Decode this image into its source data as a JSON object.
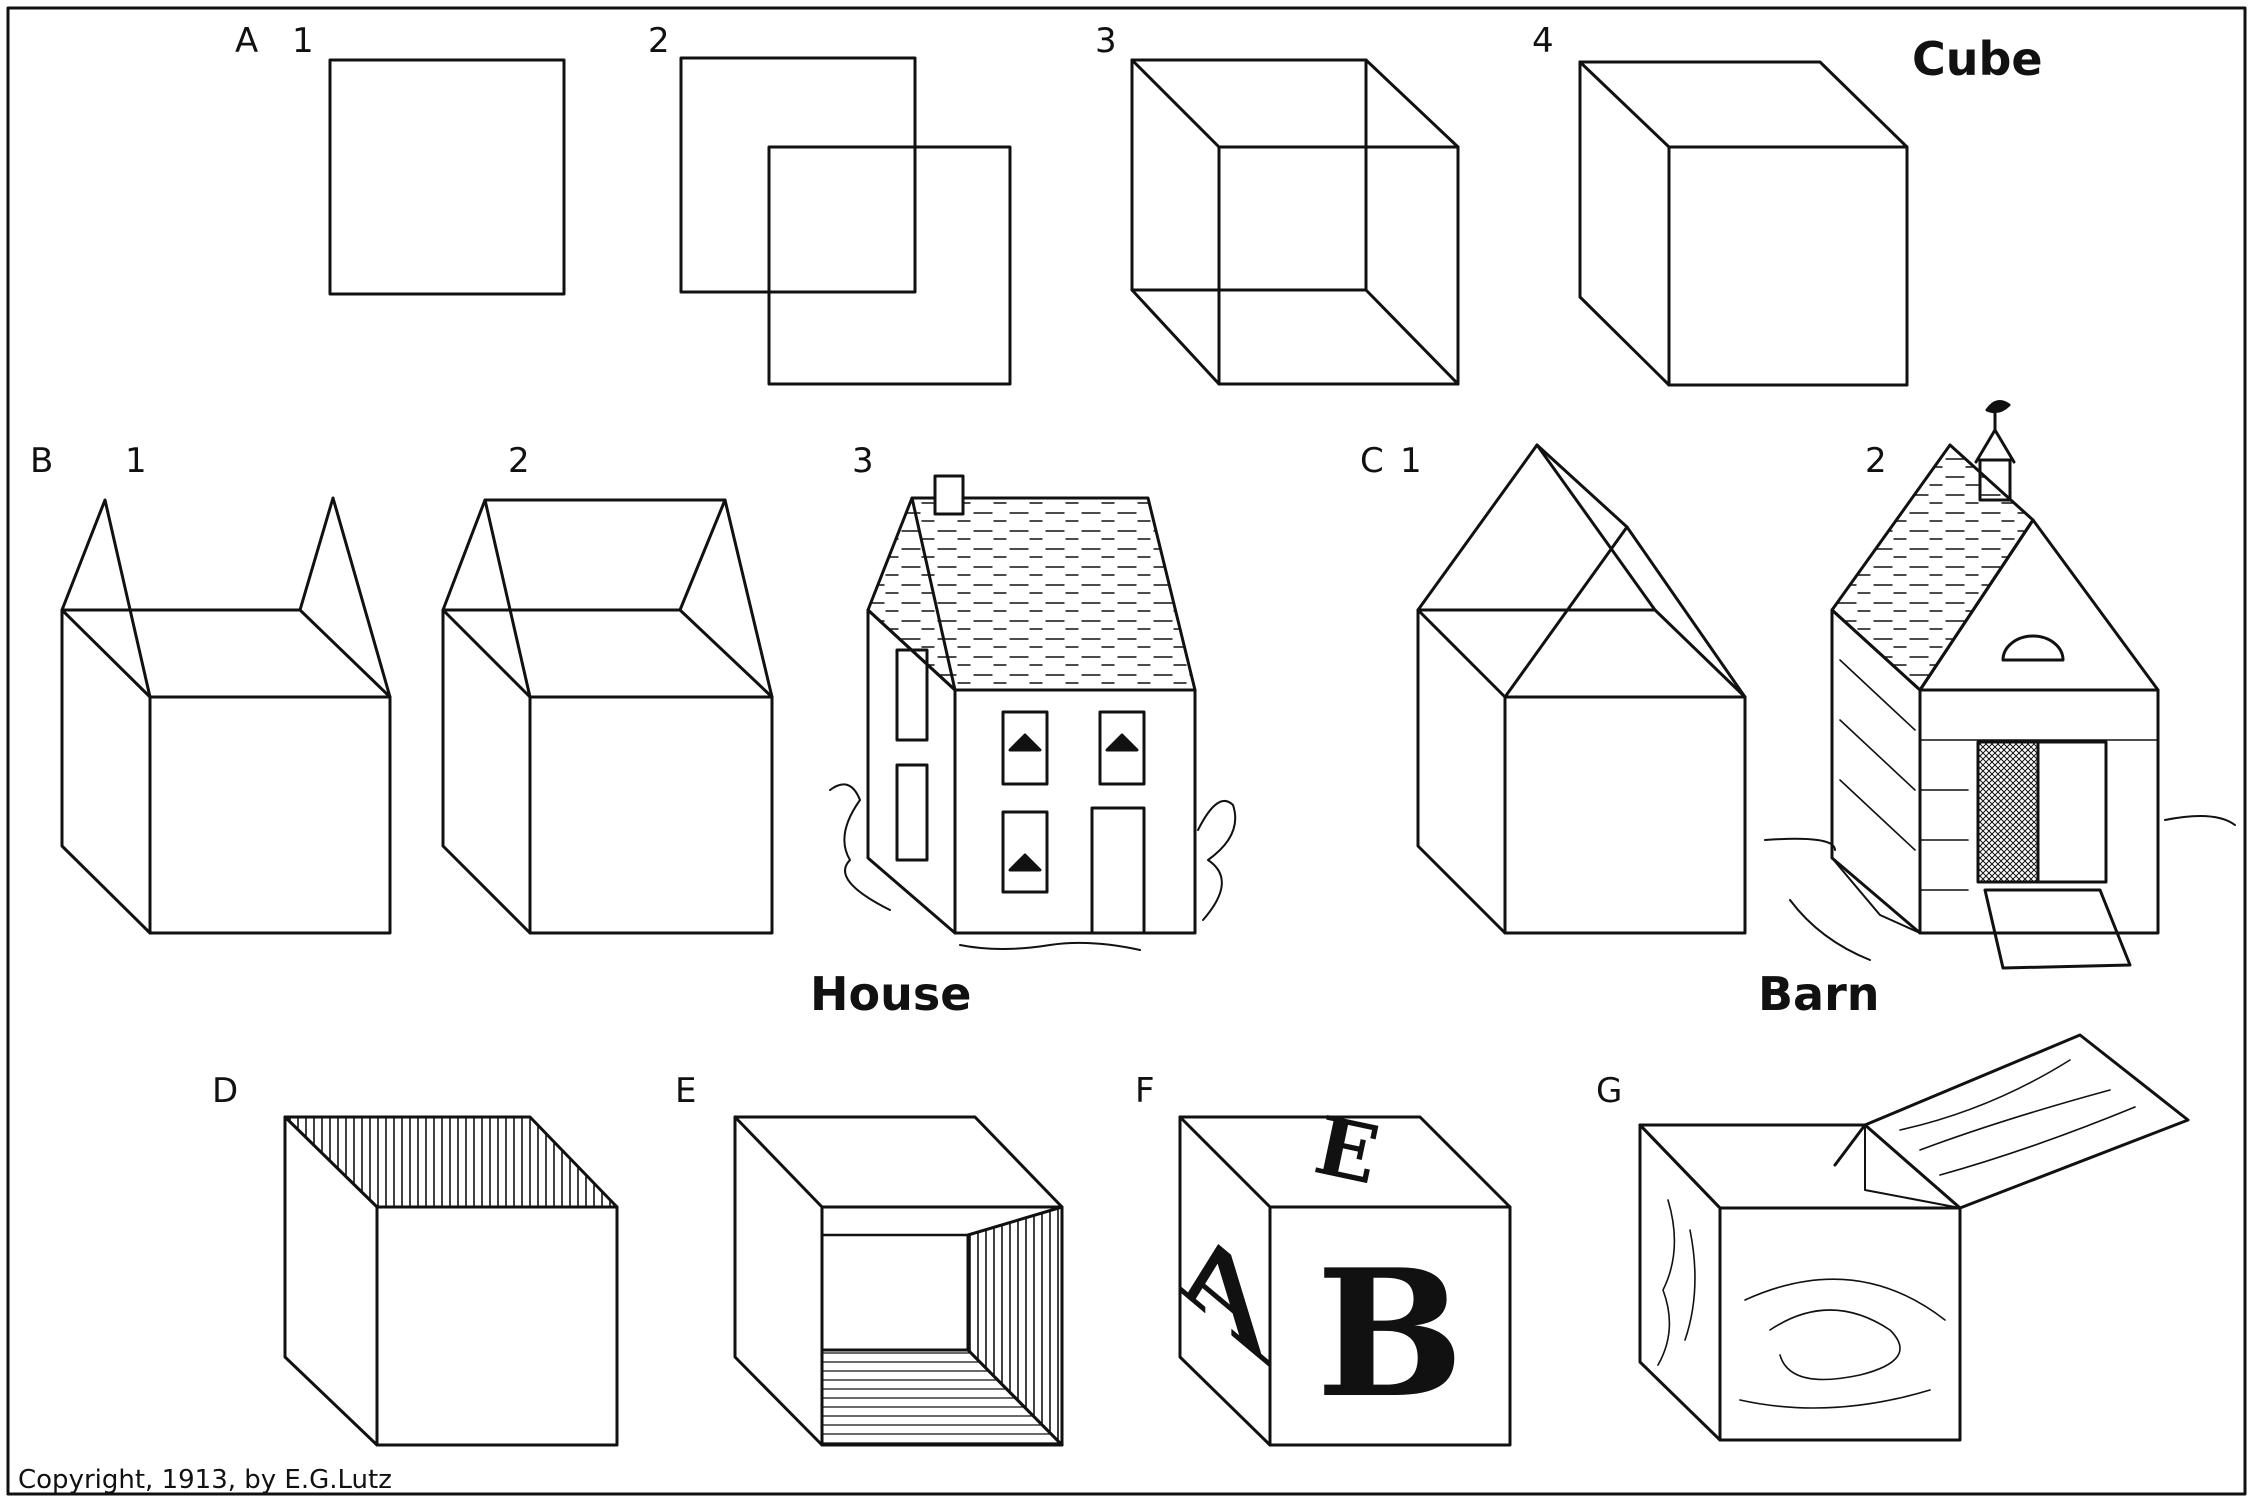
{
  "labels": {
    "a_letter": "A",
    "a1": "1",
    "a2": "2",
    "a3": "3",
    "a4": "4",
    "b_letter": "B",
    "b1": "1",
    "b2": "2",
    "b3": "3",
    "c_letter": "C",
    "c1": "1",
    "c2": "2",
    "d_letter": "D",
    "e_letter": "E",
    "f_letter": "F",
    "g_letter": "G"
  },
  "titles": {
    "cube": "Cube",
    "house": "House",
    "barn": "Barn"
  },
  "block_letters": {
    "top": "E",
    "left": "A",
    "front": "B"
  },
  "copyright": "Copyright, 1913, by E.G.Lutz",
  "colors": {
    "ink": "#111111",
    "paper": "#ffffff"
  }
}
